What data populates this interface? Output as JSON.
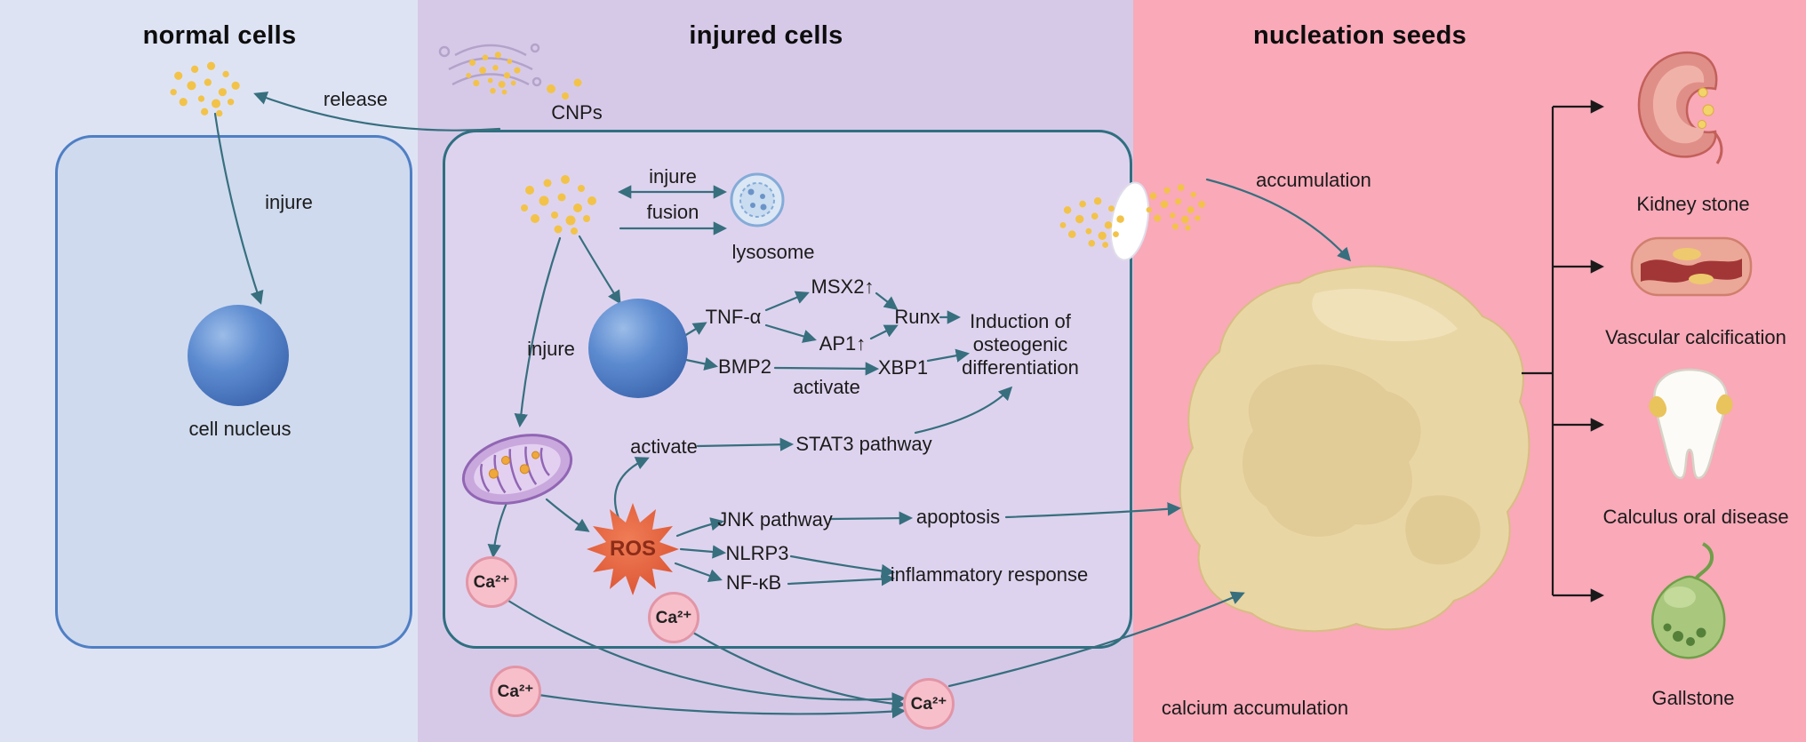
{
  "colors": {
    "normal_panel": "#dee3f4",
    "injured_panel": "#d6c9e8",
    "nucleation_panel": "#f9a9b8",
    "cnp_dot": "#f2c348",
    "arrow": "#376f7e",
    "ros_fill": "#e2603f",
    "stone_fill": "#e9d6a5",
    "calcium_badge": "#f7bfca"
  },
  "panels": {
    "normal": {
      "title": "normal cells",
      "release_label": "release",
      "injure_label": "injure",
      "nucleus_label": "cell nucleus"
    },
    "injured": {
      "title": "injured cells",
      "cnps_label": "CNPs",
      "injure_top_label": "injure",
      "fusion_label": "fusion",
      "lysosome_label": "lysosome",
      "injure_left_label": "injure",
      "tnf_label": "TNF-α",
      "msx2_label": "MSX2↑",
      "ap1_label": "AP1↑",
      "runx_label": "Runx",
      "bmp2_label": "BMP2",
      "activate_bmp_label": "activate",
      "xbp1_label": "XBP1",
      "induction_label": "Induction of osteogenic differentiation",
      "activate_stat_label": "activate",
      "stat3_label": "STAT3 pathway",
      "jnk_label": "JNK pathway",
      "apoptosis_label": "apoptosis",
      "ros_label": "ROS",
      "nlrp3_label": "NLRP3",
      "nfkb_label": "NF-κB",
      "inflammatory_label": "inflammatory response",
      "ca_label": "Ca²⁺",
      "calcium_accumulation_label": "calcium accumulation"
    },
    "nucleation": {
      "title": "nucleation seeds",
      "accumulation_label": "accumulation",
      "diseases": [
        {
          "icon": "kidney-icon",
          "label": "Kidney stone"
        },
        {
          "icon": "vessel-icon",
          "label": "Vascular calcification"
        },
        {
          "icon": "tooth-icon",
          "label": "Calculus oral disease"
        },
        {
          "icon": "gallbladder-icon",
          "label": "Gallstone"
        }
      ]
    }
  }
}
